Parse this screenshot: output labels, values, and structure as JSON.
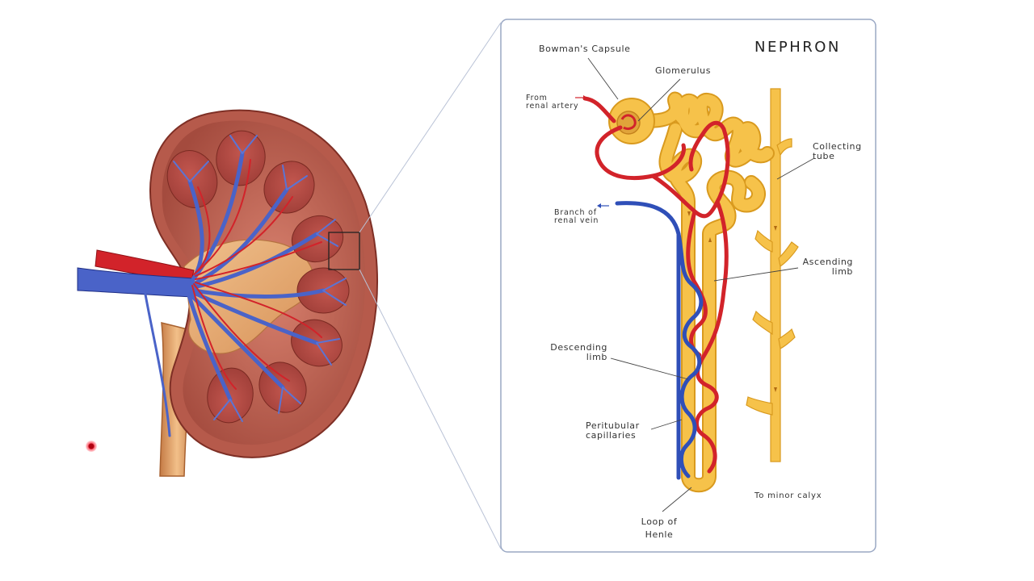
{
  "title": "NEPHRON",
  "labels": {
    "bowmans_capsule": "Bowman's Capsule",
    "glomerulus": "Glomerulus",
    "from_renal_artery": [
      "From",
      "renal artery"
    ],
    "branch_renal_vein": [
      "Branch of",
      "renal vein"
    ],
    "collecting_tube": [
      "Collecting",
      "tube"
    ],
    "ascending_limb": [
      "Ascending",
      "limb"
    ],
    "descending_limb": [
      "Descending",
      "limb"
    ],
    "peritubular_capillaries": [
      "Peritubular",
      "capillaries"
    ],
    "loop_of_henle": [
      "Loop of",
      "Henle"
    ],
    "to_minor_calyx": "To minor calyx"
  },
  "colors": {
    "artery": "#d2232a",
    "vein": "#2f4fb8",
    "tubule": "#f6c24a",
    "tubule_edge": "#d99a1e",
    "kidney_cortex": "#b9584a",
    "kidney_medulla": "#c96a5e",
    "pelvis": "#e9b07a",
    "panel_border": "#9aa8c4"
  }
}
